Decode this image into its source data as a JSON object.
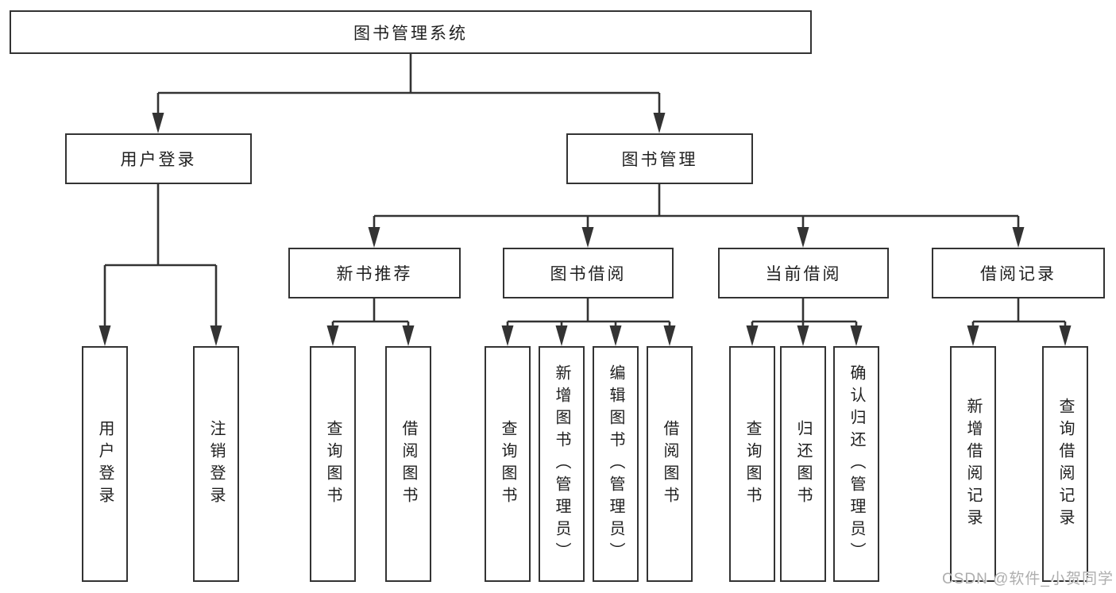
{
  "diagram": {
    "root": {
      "label": "图书管理系统"
    },
    "branches": [
      {
        "id": "user-login",
        "label": "用户登录",
        "leaves": [
          "用户登录",
          "注销登录"
        ]
      },
      {
        "id": "book-management",
        "label": "图书管理",
        "sections": [
          {
            "id": "new-book-recommend",
            "label": "新书推荐",
            "leaves": [
              "查询图书",
              "借阅图书"
            ]
          },
          {
            "id": "book-borrowing",
            "label": "图书借阅",
            "leaves": [
              "查询图书",
              "新增图书（管理员）",
              "编辑图书（管理员）",
              "借阅图书"
            ]
          },
          {
            "id": "current-borrowing",
            "label": "当前借阅",
            "leaves": [
              "查询图书",
              "归还图书",
              "确认归还（管理员）"
            ]
          },
          {
            "id": "borrowing-records",
            "label": "借阅记录",
            "leaves": [
              "新增借阅记录",
              "查询借阅记录"
            ]
          }
        ]
      }
    ]
  },
  "watermark": {
    "text": "CSDN @软件_小贺同学"
  },
  "colors": {
    "line": "#333333",
    "box_border": "#333333",
    "text": "#1f1f1f",
    "watermark": "#aeaeae",
    "background": "#ffffff"
  }
}
